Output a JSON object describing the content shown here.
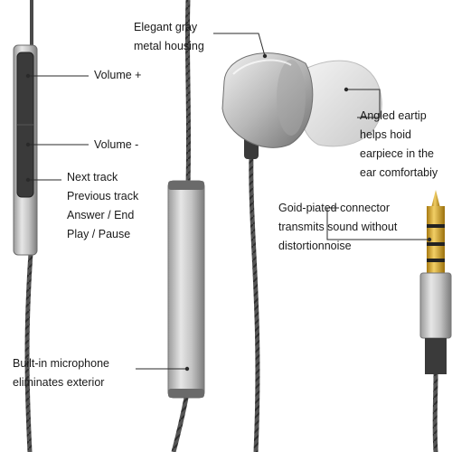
{
  "callouts": {
    "housing": [
      "Elegant gray",
      "metal housing"
    ],
    "volume_up": "Volume +",
    "volume_down": "Volume -",
    "controls": [
      "Next track",
      "Previous track",
      "Answer / End",
      "Play / Pause"
    ],
    "eartip": [
      "Angled eartip",
      "helps hoid",
      "earpiece in the",
      "ear comfortabiy"
    ],
    "connector": [
      "Goid-piated connector",
      "transmits sound without",
      "distortionnoise"
    ],
    "microphone": [
      "Built-in microphone",
      "eliminates exterior"
    ]
  },
  "colors": {
    "cable": "#4a4a4a",
    "metal_light": "#d8d8d8",
    "metal_dark": "#8a8a8a",
    "gold": "#d9a520",
    "eartip": "#e6e6e6",
    "text": "#1a1a1a"
  }
}
